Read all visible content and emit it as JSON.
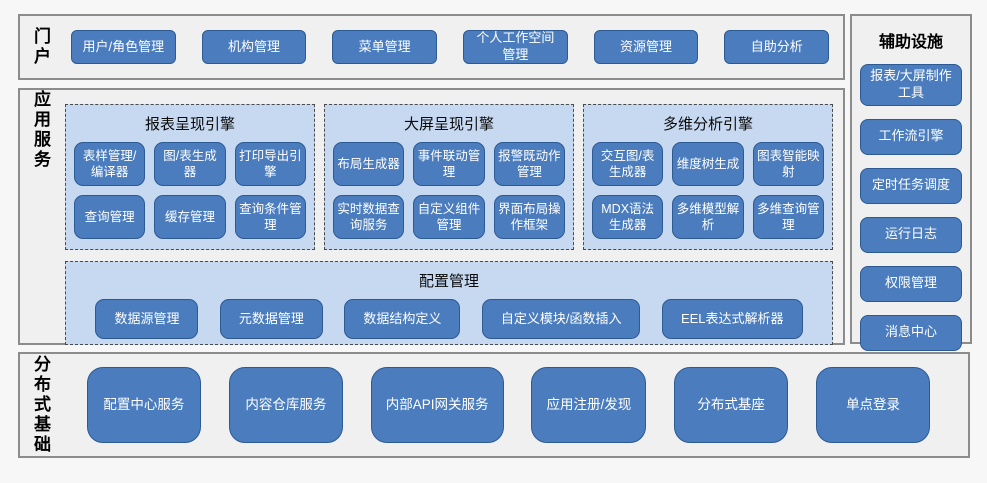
{
  "colors": {
    "button_blue": "#4a7cbe",
    "button_border": "#2c5a93",
    "panel_light_blue": "#c7d8f1",
    "section_bg": "#f0f0f0",
    "section_border": "#8c8c8c",
    "button_text": "#ffffff"
  },
  "sections": {
    "portal": {
      "label": "门户",
      "buttons": [
        "用户/角色管理",
        "机构管理",
        "菜单管理",
        "个人工作空间管理",
        "资源管理",
        "自助分析"
      ]
    },
    "app_services": {
      "label": "应用服务",
      "engines": [
        {
          "title": "报表呈现引擎",
          "buttons": [
            "表样管理/编译器",
            "图/表生成器",
            "打印导出引擎",
            "查询管理",
            "缓存管理",
            "查询条件管理"
          ]
        },
        {
          "title": "大屏呈现引擎",
          "buttons": [
            "布局生成器",
            "事件联动管理",
            "报警既动作管理",
            "实时数据查询服务",
            "自定义组件管理",
            "界面布局操作框架"
          ]
        },
        {
          "title": "多维分析引擎",
          "buttons": [
            "交互图/表生成器",
            "维度树生成",
            "图表智能映射",
            "MDX语法生成器",
            "多维模型解析",
            "多维查询管理"
          ]
        }
      ],
      "config": {
        "title": "配置管理",
        "buttons": [
          "数据源管理",
          "元数据管理",
          "数据结构定义",
          "自定义模块/函数插入",
          "EEL表达式解析器"
        ]
      }
    },
    "distributed": {
      "label": "分布式基础",
      "buttons": [
        "配置中心服务",
        "内容仓库服务",
        "内部API网关服务",
        "应用注册/发现",
        "分布式基座",
        "单点登录"
      ]
    },
    "auxiliary": {
      "label": "辅助设施",
      "buttons": [
        "报表/大屏制作工具",
        "工作流引擎",
        "定时任务调度",
        "运行日志",
        "权限管理",
        "消息中心"
      ]
    }
  }
}
